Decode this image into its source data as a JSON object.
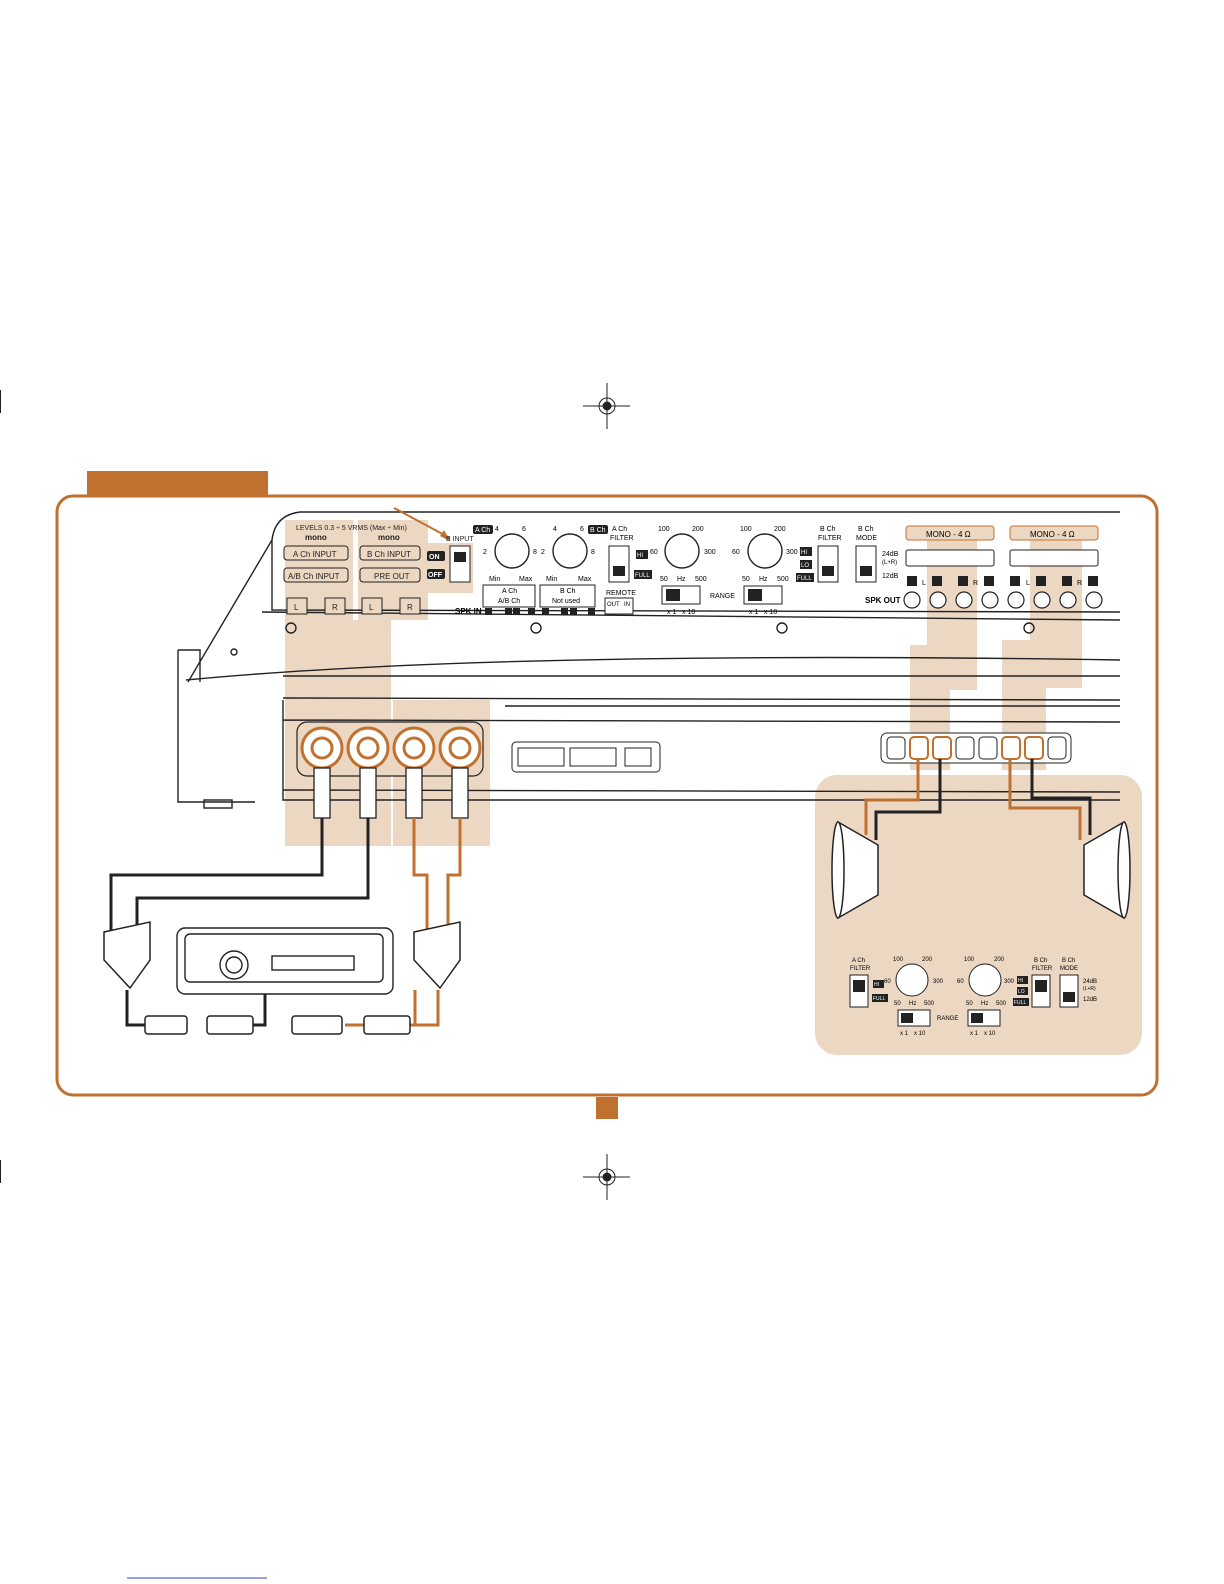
{
  "colors": {
    "accent": "#c0702f",
    "panel": "#ecd7c2",
    "line": "#222222",
    "wire_orange": "#c0702f"
  },
  "panel": {
    "levels_label": "LEVELS 0.3 ÷ 5 VRMS  (Max ÷ Min)",
    "mono_left": "mono",
    "mono_right": "mono",
    "a_ch_input": "A Ch INPUT",
    "ab_ch_input": "A/B Ch INPUT",
    "b_ch_input": "B Ch INPUT",
    "pre_out": "PRE OUT",
    "l": "L",
    "r": "R",
    "b_input": "B INPUT",
    "on": "ON",
    "off": "OFF",
    "a_ch_tag": "A Ch",
    "b_ch_tag": "B Ch",
    "min": "Min",
    "max": "Max",
    "n2": "2",
    "n4": "4",
    "n6": "6",
    "n8": "8",
    "spk_in": "SPK IN",
    "spk_a_ch": "A Ch",
    "spk_ab_ch": "A/B Ch",
    "spk_b_ch": "B Ch",
    "not_used": "Not used",
    "a_filter_1": "A Ch",
    "a_filter_2": "FILTER",
    "b_filter_1": "B Ch",
    "b_filter_2": "FILTER",
    "hi": "HI",
    "lo": "LO",
    "full": "FULL",
    "f100": "100",
    "f200": "200",
    "f60": "60",
    "f300": "300",
    "f50": "50",
    "f500": "500",
    "hz": "Hz",
    "x1": "x 1",
    "x10": "x 10",
    "remote": "REMOTE",
    "out": "OUT",
    "in": "IN",
    "range": "RANGE",
    "b_mode_1": "B Ch",
    "b_mode_2": "MODE",
    "db24": "24dB",
    "lr": "(L+R)",
    "db12": "12dB",
    "mono4_1": "MONO - 4 Ω",
    "mono4_2": "MONO - 4 Ω",
    "spk_out": "SPK OUT"
  }
}
